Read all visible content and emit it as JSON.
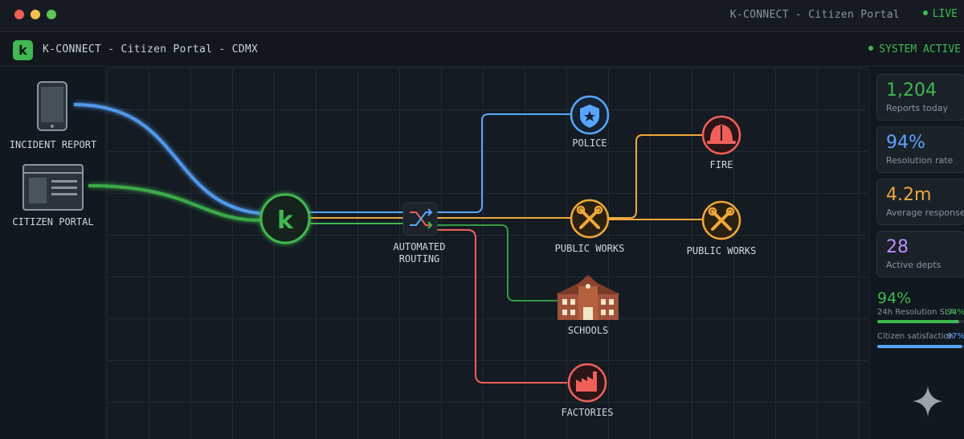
{
  "window": {
    "title": "K-CONNECT - Citizen Portal",
    "live_label": "LIVE"
  },
  "app": {
    "logo_letter": "k",
    "title": "K-CONNECT - Citizen Portal - CDMX",
    "status": "SYSTEM ACTIVE"
  },
  "sources": {
    "incident": "INCIDENT REPORT",
    "portal": "CITIZEN PORTAL"
  },
  "hub": {
    "letter": "k"
  },
  "routing": {
    "line1": "AUTOMATED",
    "line2": "ROUTING"
  },
  "departments": {
    "police": "POLICE",
    "fire": "FIRE",
    "public_works_1": "PUBLIC WORKS",
    "public_works_2": "PUBLIC WORKS",
    "schools": "SCHOOLS",
    "factories": "FACTORIES"
  },
  "stats": {
    "reports": {
      "value": "1,204",
      "label": "Reports today"
    },
    "resolution": {
      "value": "94%",
      "label": "Resolution rate"
    },
    "response": {
      "value": "4.2m",
      "label": "Average response"
    },
    "depts": {
      "value": "28",
      "label": "Active depts"
    }
  },
  "sla": {
    "big_value": "94%",
    "label": "24h Resolution SLA",
    "pct_label": "94%",
    "fraction": 0.94
  },
  "satisfaction": {
    "label": "Citizen satisfaction",
    "pct_label": "97%",
    "fraction": 0.97
  },
  "colors": {
    "blue": "#58a6ff",
    "green": "#3fb950",
    "orange": "#f0a83a",
    "red": "#f0605a",
    "purple": "#bc8cff"
  }
}
